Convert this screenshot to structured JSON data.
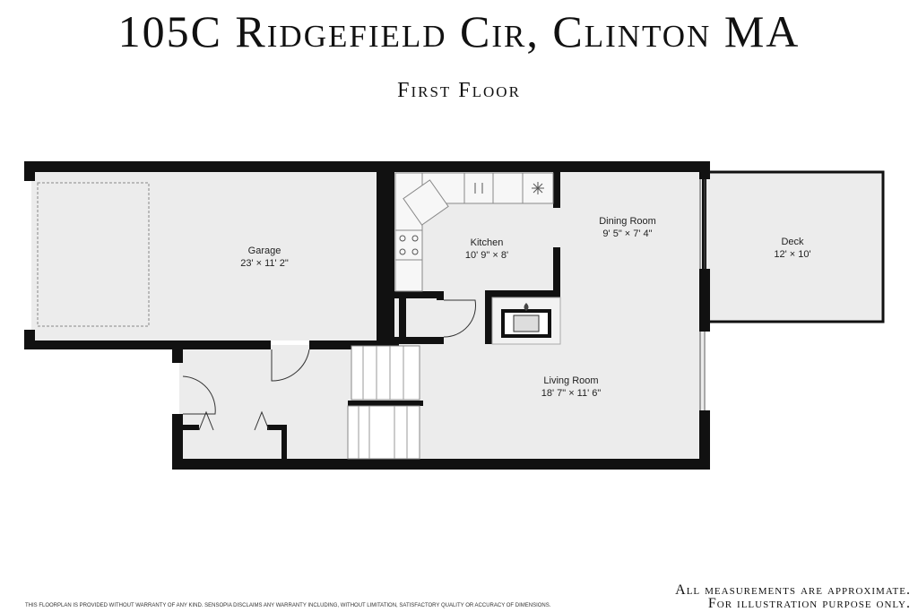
{
  "header": {
    "address": "105C Ridgefield Cir, Clinton MA",
    "floor": "First Floor"
  },
  "rooms": [
    {
      "name": "Garage",
      "dims": "23' × 11' 2\""
    },
    {
      "name": "Kitchen",
      "dims": "10' 9\" × 8'"
    },
    {
      "name": "Dining Room",
      "dims": "9' 5\" × 7' 4\""
    },
    {
      "name": "Deck",
      "dims": "12' × 10'"
    },
    {
      "name": "Living Room",
      "dims": "18' 7\" × 11' 6\""
    }
  ],
  "footer": {
    "disclaimer": "THIS FLOORPLAN IS PROVIDED WITHOUT WARRANTY OF ANY KIND. SENSOPIA DISCLAIMS ANY WARRANTY INCLUDING, WITHOUT LIMITATION, SATISFACTORY QUALITY OR ACCURACY OF DIMENSIONS.",
    "note_line1": "All measurements are approximate.",
    "note_line2": "For illustration purpose only."
  },
  "colors": {
    "wall": "#111111",
    "floor": "#ececec",
    "background": "#ffffff"
  }
}
